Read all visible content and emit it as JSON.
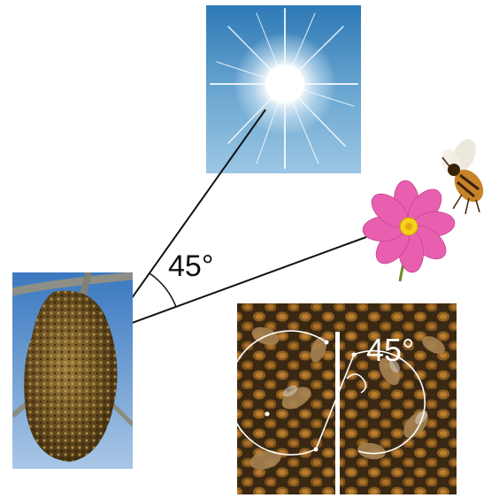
{
  "diagram": {
    "angle_label_main": "45°",
    "angle_label_comb": "45°"
  },
  "icons": {
    "sun": "sun-photo",
    "flower": "flower-photo",
    "bee": "bee-photo",
    "hive": "beehive-photo",
    "comb": "honeycomb-dance-photo"
  },
  "colors": {
    "sky": "#2f86c3",
    "flower_petal": "#e85fb0",
    "flower_center": "#f4d21a",
    "hive": "#6b5021",
    "comb": "#3c2a15",
    "line": "#111111",
    "dance_path": "#ffffff"
  }
}
